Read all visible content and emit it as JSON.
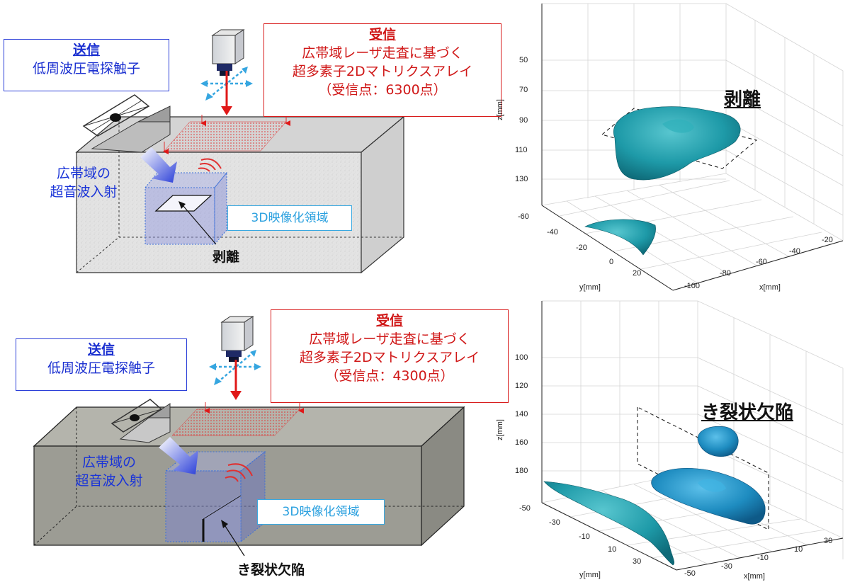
{
  "top": {
    "send": {
      "title": "送信",
      "line": "低周波圧電探触子"
    },
    "receive": {
      "title": "受信",
      "line1": "広帯域レーザ走査に基づく",
      "line2": "超多素子2Dマトリクスアレイ",
      "line3": "（受信点：6300点）"
    },
    "incident": {
      "line1": "広帯域の",
      "line2": "超音波入射"
    },
    "region": "3D映像化領域",
    "defect": "剥離",
    "plot": {
      "title": "剥離",
      "z_label": "z[mm]",
      "y_label": "y[mm]",
      "x_label": "x[mm]",
      "z_ticks": [
        "50",
        "70",
        "90",
        "110",
        "130"
      ],
      "y_ticks": [
        "-60",
        "-40",
        "-20",
        "0",
        "20"
      ],
      "x_ticks": [
        "-20",
        "-40",
        "-60",
        "-80",
        "-100"
      ]
    }
  },
  "bottom": {
    "send": {
      "title": "送信",
      "line": "低周波圧電探触子"
    },
    "receive": {
      "title": "受信",
      "line1": "広帯域レーザ走査に基づく",
      "line2": "超多素子2Dマトリクスアレイ",
      "line3": "（受信点：4300点）"
    },
    "incident": {
      "line1": "広帯域の",
      "line2": "超音波入射"
    },
    "region": "3D映像化領域",
    "defect": "き裂状欠陥",
    "plot": {
      "title": "き裂状欠陥",
      "z_label": "z[mm]",
      "y_label": "y[mm]",
      "x_label": "x[mm]",
      "z_ticks": [
        "100",
        "120",
        "140",
        "160",
        "180"
      ],
      "y_ticks": [
        "-50",
        "-30",
        "-10",
        "10",
        "30"
      ],
      "x_ticks": [
        "30",
        "10",
        "-10",
        "-30",
        "-50"
      ]
    }
  },
  "colors": {
    "send_blue": "#1a2fd0",
    "receive_red": "#d01818",
    "region_cyan": "#2aa0df",
    "isosurface_teal": "#1e9aa8",
    "isosurface_blue": "#1e8cc0"
  }
}
